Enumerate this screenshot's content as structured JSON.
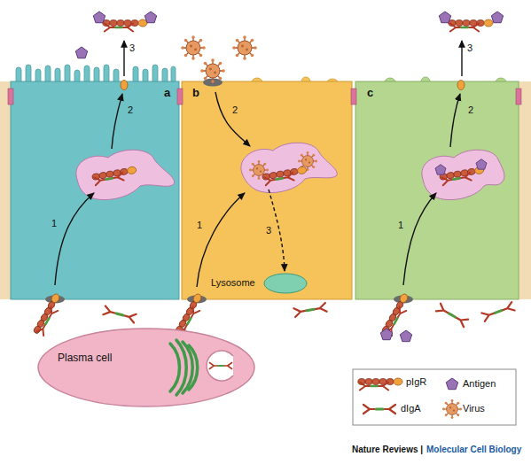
{
  "diagram": {
    "nodes": [
      {
        "text": [
          "a"
        ]
      },
      {
        "text": [
          "b"
        ]
      },
      {
        "text": [
          "c"
        ]
      },
      {
        "text": [
          "Lysosome"
        ],
        "in": 1
      },
      {
        "text": [
          "Plasma cell"
        ]
      }
    ],
    "labels": [
      "1",
      "2",
      "3",
      "1",
      "2",
      "3",
      "1",
      "2",
      "3",
      "Nature Reviews |",
      "Molecular Cell Biology"
    ],
    "legend": [
      {
        "text": "pIgR"
      },
      {
        "text": "Antigen"
      },
      {
        "text": "dIgA"
      },
      {
        "text": "Virus"
      }
    ]
  }
}
